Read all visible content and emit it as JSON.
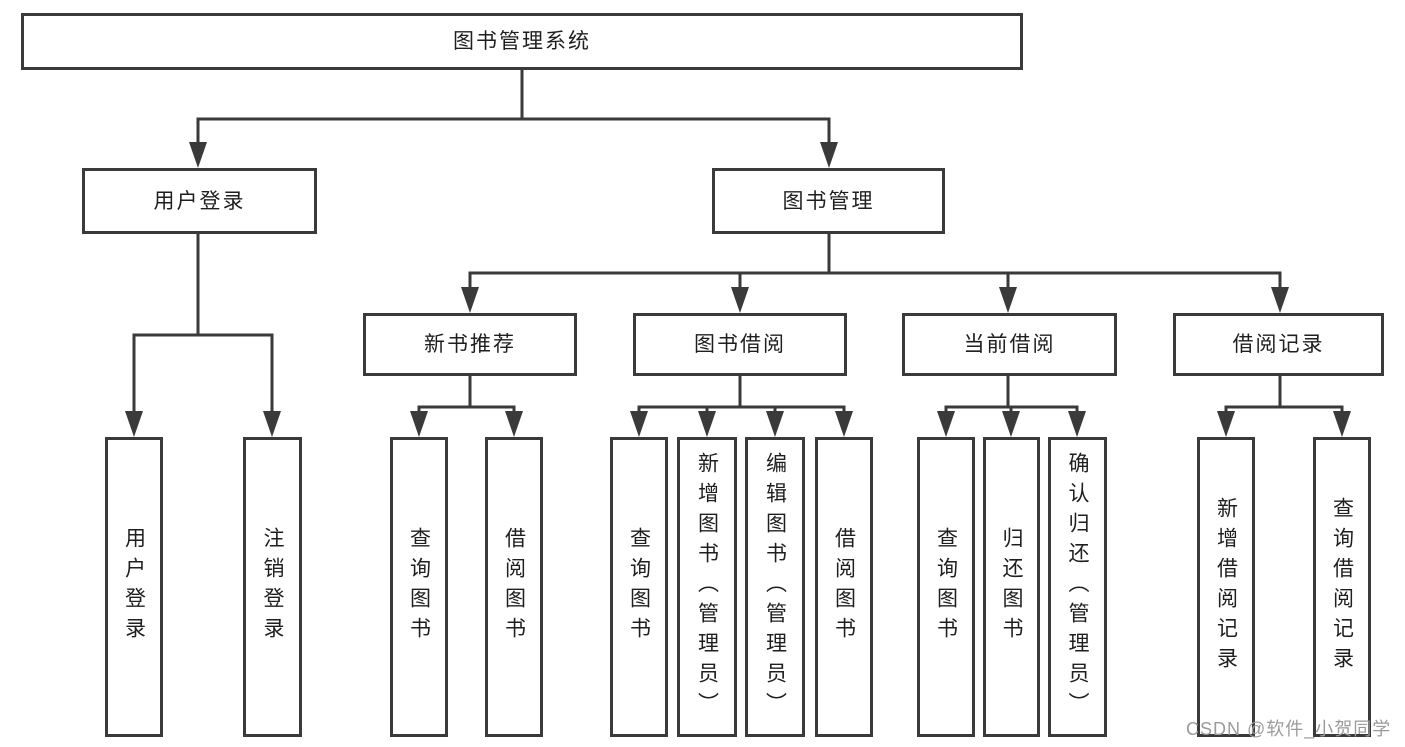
{
  "colors": {
    "line": "#3a3a3a",
    "text": "#1f1f1f",
    "box_background": "#ffffff",
    "watermark": "#9b9b9b"
  },
  "watermark": "CSDN @软件_小贺同学",
  "tree": {
    "root": "图书管理系统",
    "branches": [
      {
        "label": "用户登录",
        "children": [
          "用户登录",
          "注销登录"
        ]
      },
      {
        "label": "图书管理",
        "groups": [
          {
            "label": "新书推荐",
            "children": [
              "查询图书",
              "借阅图书"
            ]
          },
          {
            "label": "图书借阅",
            "children": [
              "查询图书",
              "新增图书（管理员）",
              "编辑图书（管理员）",
              "借阅图书"
            ]
          },
          {
            "label": "当前借阅",
            "children": [
              "查询图书",
              "归还图书",
              "确认归还（管理员）"
            ]
          },
          {
            "label": "借阅记录",
            "children": [
              "新增借阅记录",
              "查询借阅记录"
            ]
          }
        ]
      }
    ]
  }
}
